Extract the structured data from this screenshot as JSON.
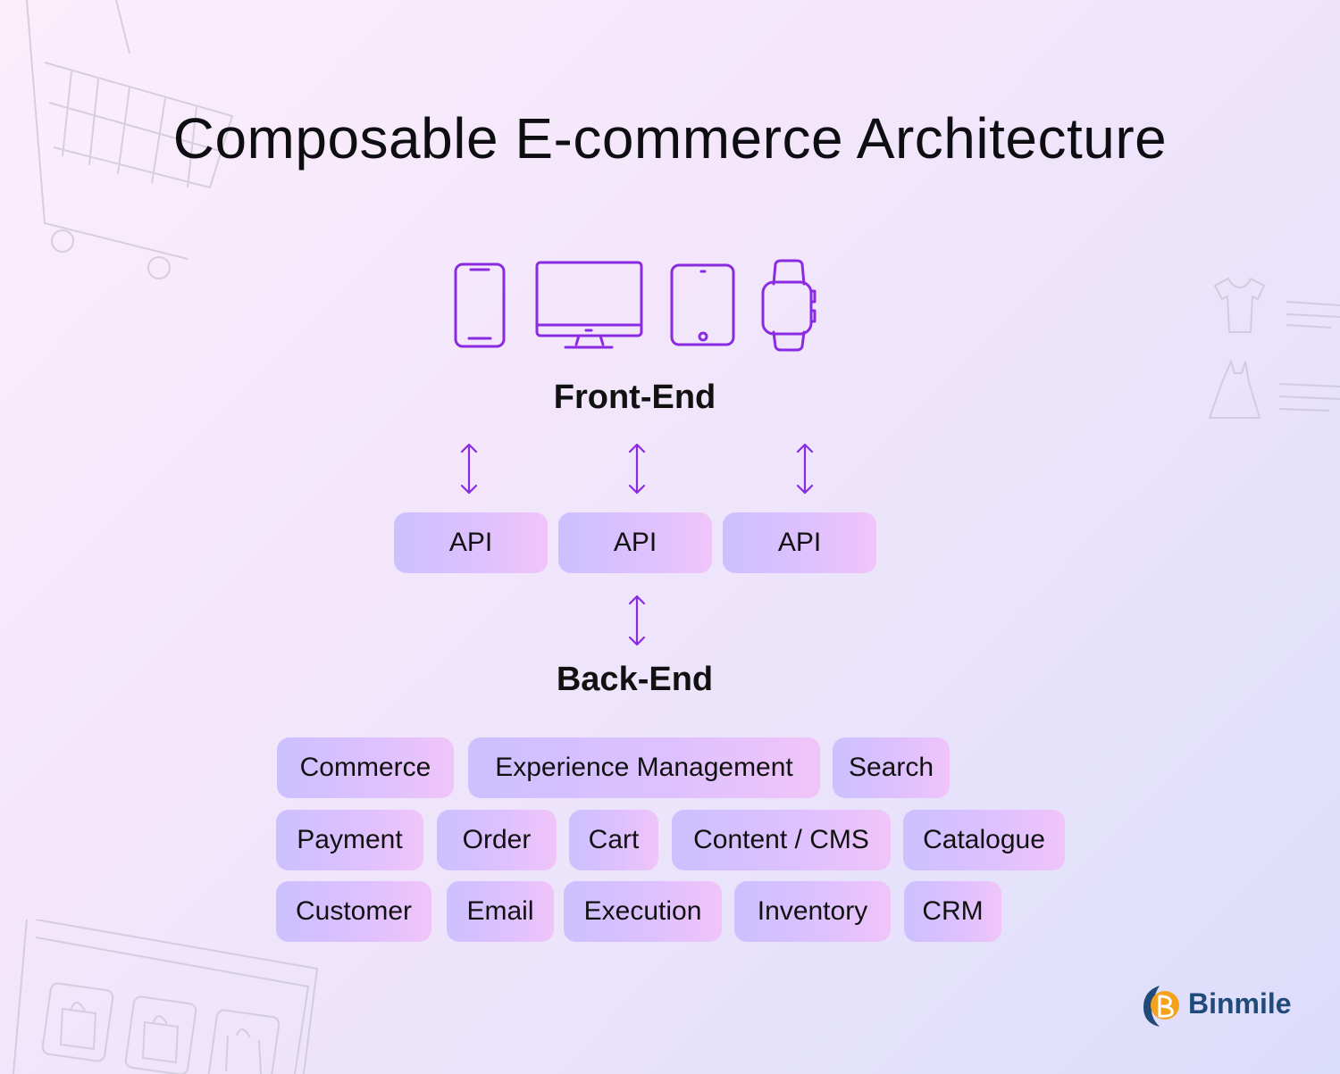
{
  "title": "Composable E-commerce Architecture",
  "frontend": {
    "label": "Front-End",
    "devices": [
      "smartphone-icon",
      "desktop-monitor-icon",
      "tablet-icon",
      "smartwatch-icon"
    ]
  },
  "apis": [
    "API",
    "API",
    "API"
  ],
  "backend": {
    "label": "Back-End",
    "rows": [
      [
        "Commerce",
        "Experience Management",
        "Search"
      ],
      [
        "Payment",
        "Order",
        "Cart",
        "Content / CMS",
        "Catalogue"
      ],
      [
        "Customer",
        "Email",
        "Execution",
        "Inventory",
        "CRM"
      ]
    ]
  },
  "brand": {
    "name": "Binmile",
    "accent": "#8a2be2",
    "logo_orange": "#f4a11c",
    "logo_blue": "#1f4a7a"
  }
}
